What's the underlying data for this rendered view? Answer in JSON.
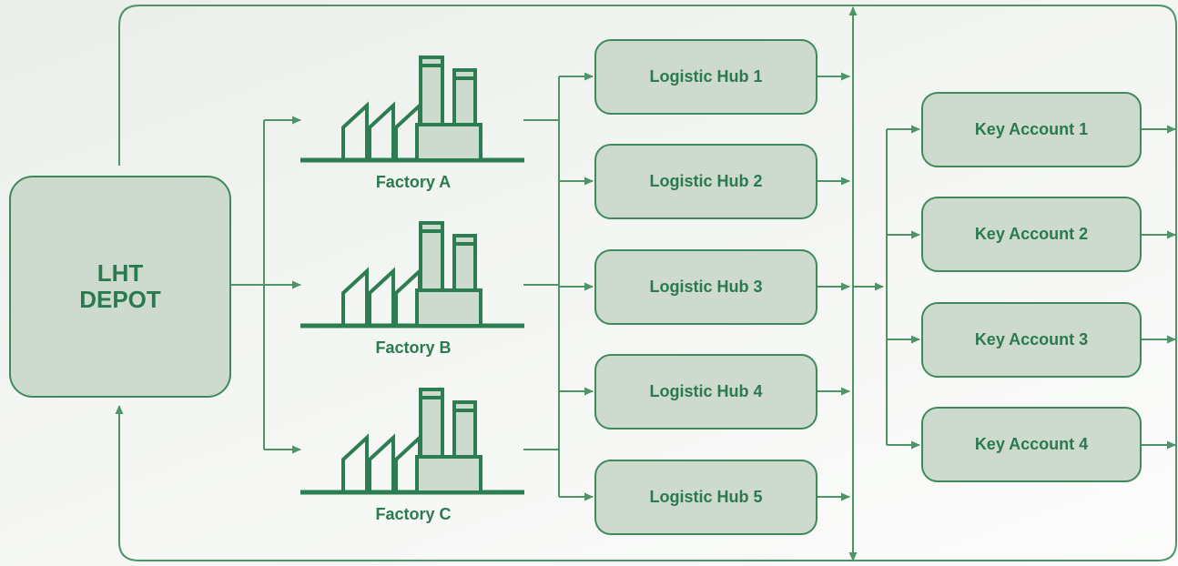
{
  "diagram": {
    "depot": {
      "line1": "LHT",
      "line2": "DEPOT"
    },
    "factories": [
      {
        "label": "Factory A",
        "icon": "factory-icon"
      },
      {
        "label": "Factory B",
        "icon": "factory-icon"
      },
      {
        "label": "Factory C",
        "icon": "factory-icon"
      }
    ],
    "hubs": [
      "Logistic Hub 1",
      "Logistic Hub 2",
      "Logistic Hub 3",
      "Logistic Hub 4",
      "Logistic Hub 5"
    ],
    "accounts": [
      "Key Account 1",
      "Key Account 2",
      "Key Account 3",
      "Key Account 4"
    ],
    "colors": {
      "line": "#4e9468",
      "box_fill": "#cddacd",
      "box_stroke": "#3e8a5c",
      "text": "#2a7a4f"
    }
  }
}
